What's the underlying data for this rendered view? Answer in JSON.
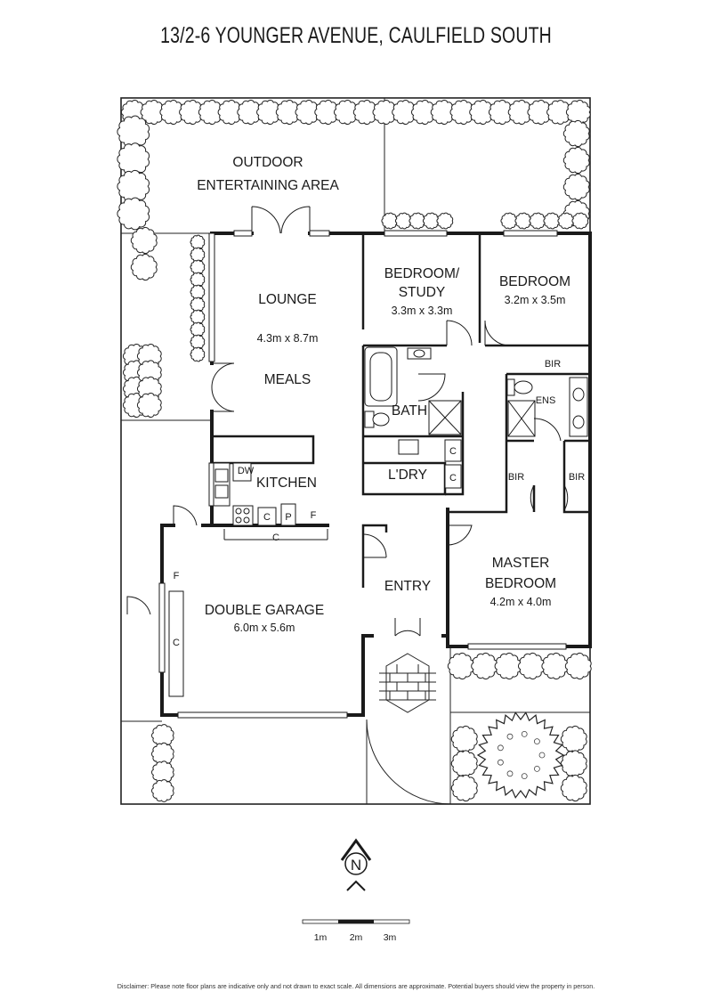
{
  "title": "13/2-6 YOUNGER AVENUE, CAULFIELD SOUTH",
  "rooms": {
    "outdoor_1": "OUTDOOR",
    "outdoor_2": "ENTERTAINING AREA",
    "lounge": "LOUNGE",
    "lounge_dim": "4.3m x 8.7m",
    "meals": "MEALS",
    "bedroom_study_1": "BEDROOM/",
    "bedroom_study_2": "STUDY",
    "bedroom_study_dim": "3.3m x 3.3m",
    "bedroom": "BEDROOM",
    "bedroom_dim": "3.2m x 3.5m",
    "bath": "BATH",
    "laundry": "L'DRY",
    "ens": "ENS",
    "bir": "BIR",
    "kitchen": "KITCHEN",
    "dw": "DW",
    "c": "C",
    "p": "P",
    "f": "F",
    "master_1": "MASTER",
    "master_2": "BEDROOM",
    "master_dim": "4.2m x 4.0m",
    "entry": "ENTRY",
    "garage": "DOUBLE GARAGE",
    "garage_dim": "6.0m x 5.6m"
  },
  "compass": {
    "letter": "N"
  },
  "scale_bar": {
    "labels": [
      "1m",
      "2m",
      "3m"
    ]
  },
  "disclaimer": "Disclaimer: Please note floor plans are indicative only and not drawn to exact scale. All dimensions are approximate. Potential buyers should view the property in person."
}
